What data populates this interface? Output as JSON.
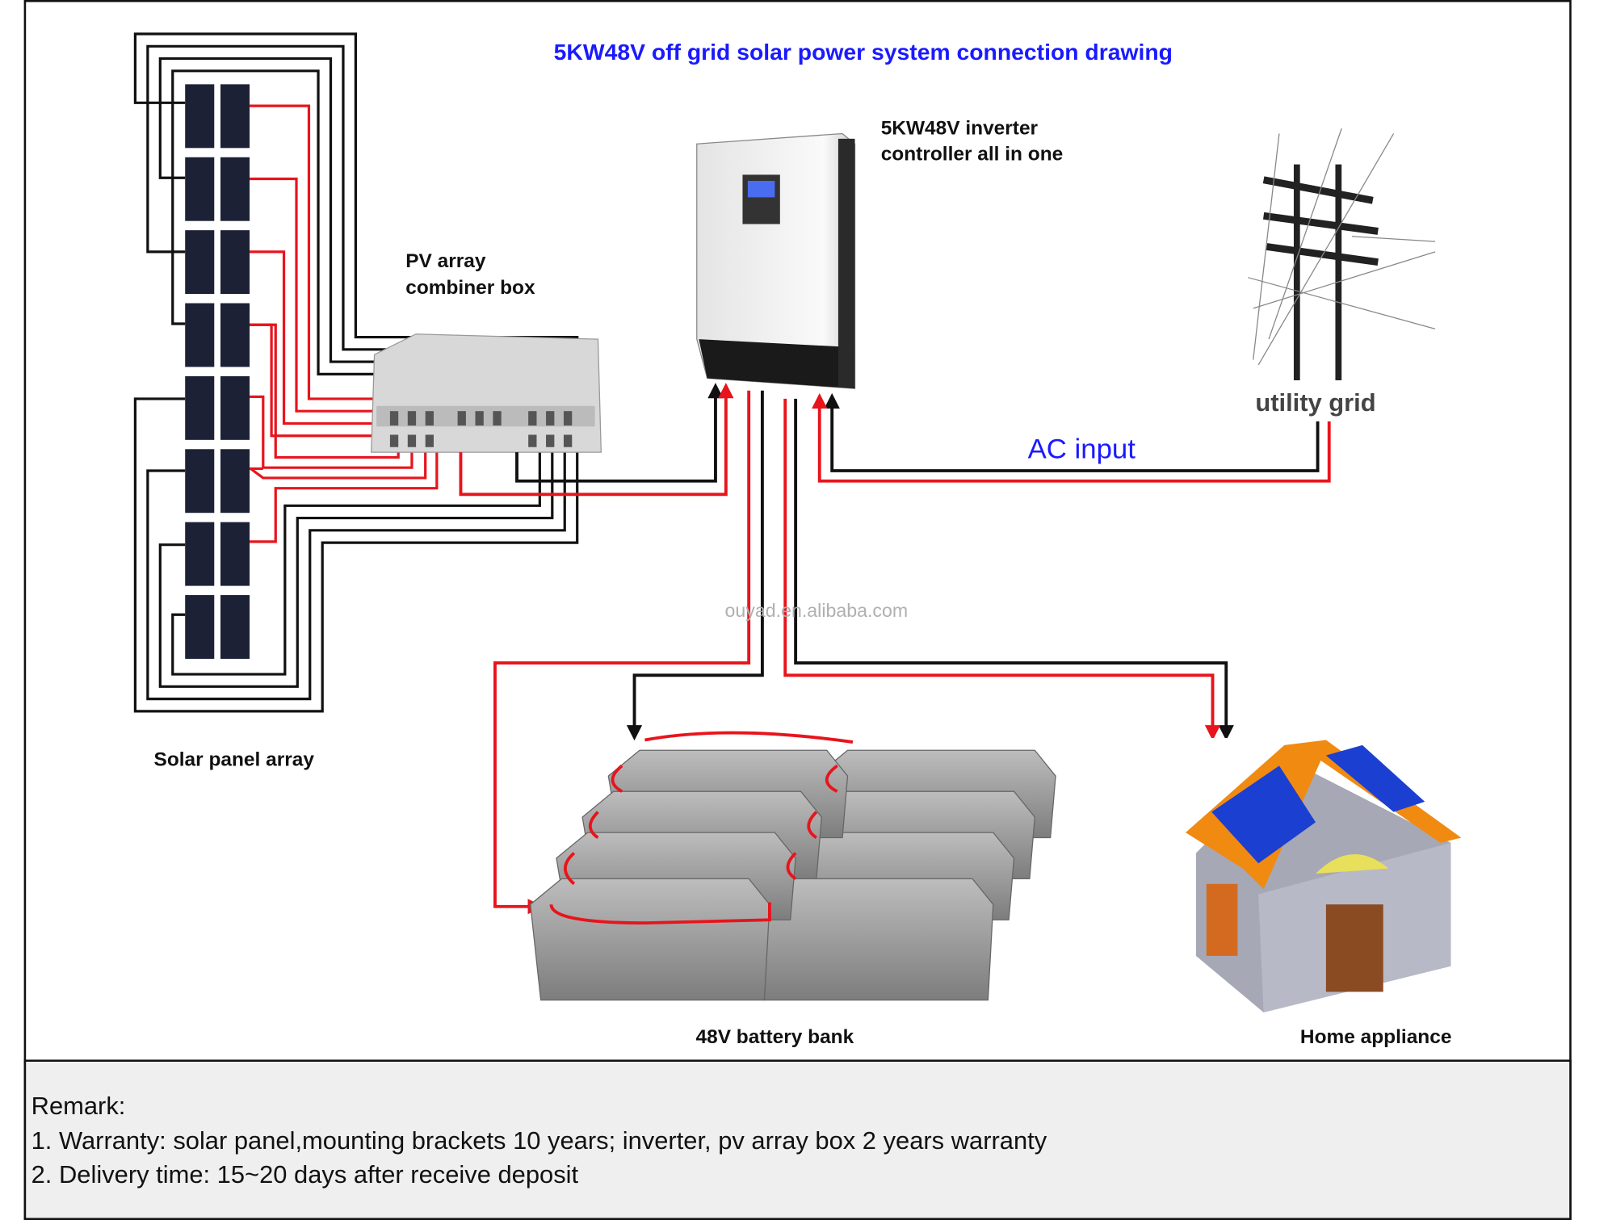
{
  "title": "5KW48V off grid solar power system connection drawing",
  "labels": {
    "inverter_line1": "5KW48V inverter",
    "inverter_line2": "controller all in one",
    "combiner_line1": "PV array",
    "combiner_line2": "combiner box",
    "utility_grid": "utility grid",
    "ac_input": "AC input",
    "solar_array": "Solar panel array",
    "battery_bank": "48V battery bank",
    "home": "Home appliance",
    "watermark": "ouyad.en.alibaba.com"
  },
  "remarks": {
    "heading": "Remark:",
    "items": [
      "1. Warranty: solar panel,mounting brackets 10 years;  inverter, pv array box 2 years warranty",
      "2. Delivery time: 15~20 days after receive deposit"
    ]
  },
  "colors": {
    "title": "#1a1aff",
    "positive_wire": "#e8141c",
    "negative_wire": "#111111",
    "remark_bg": "#efefef"
  }
}
